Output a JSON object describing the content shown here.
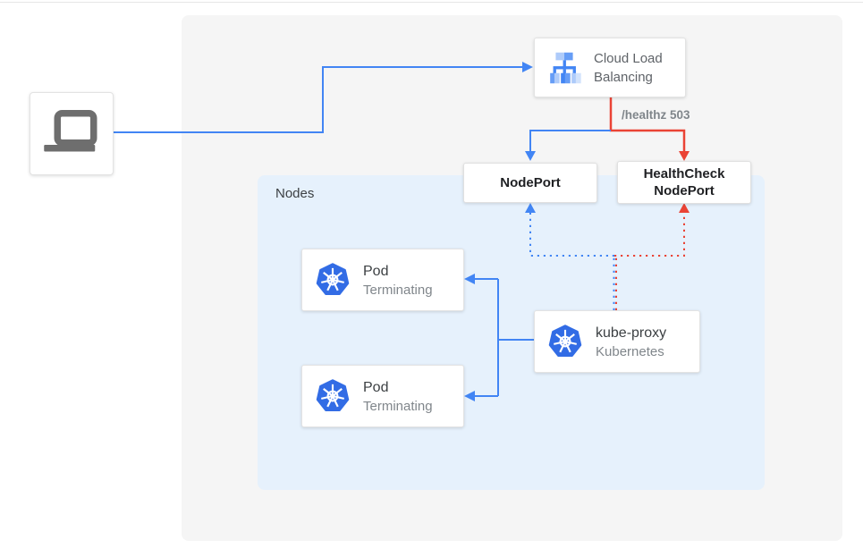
{
  "diagram": {
    "nodes_panel": {
      "label": "Nodes"
    },
    "cloud_load_balancing": {
      "label": "Cloud Load Balancing"
    },
    "health_check_edge_label": "/healthz 503",
    "node_port": {
      "label": "NodePort"
    },
    "health_check_node_port": {
      "label": "HealthCheck NodePort"
    },
    "pods": [
      {
        "title": "Pod",
        "subtitle": "Terminating"
      },
      {
        "title": "Pod",
        "subtitle": "Terminating"
      }
    ],
    "kube_proxy": {
      "title": "kube-proxy",
      "subtitle": "Kubernetes"
    },
    "icons": {
      "client": "laptop-icon",
      "load_balancer": "cloud-load-balancing-icon",
      "kubernetes": "kubernetes-helm-icon"
    },
    "colors": {
      "blue_line": "#4285F4",
      "red_line": "#EA4335",
      "outer_panel": "#F5F5F5",
      "nodes_panel": "#E6F1FC",
      "kubernetes_blue": "#326CE5",
      "icon_light_blue": "#AECBFA",
      "icon_mid_blue": "#669DF6",
      "laptop_gray": "#6E6E6E"
    }
  }
}
